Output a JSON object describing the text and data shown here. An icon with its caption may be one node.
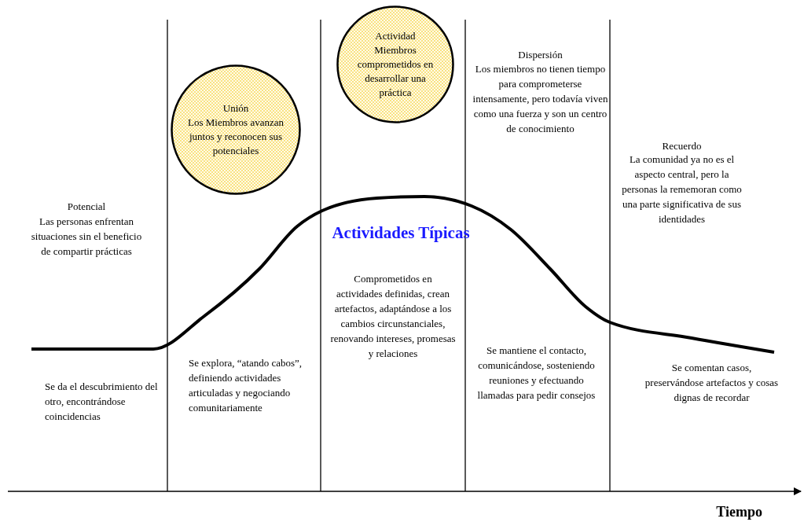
{
  "diagram": {
    "nodes": [
      {
        "text": [
          "Unión",
          "Los Miembros avanzan juntos y reconocen sus potenciales"
        ]
      },
      {
        "text": [
          "Actividad",
          "Miembros comprometidos en desarrollar una práctica"
        ]
      }
    ],
    "edges": [],
    "labels": [
      "Potencial",
      "Las personas enfrentan situaciones sin el beneficio de compartir prácticas",
      "Dispersión",
      "Los miembros no tienen tiempo para comprometerse intensamente, pero todavía viven como una fuerza y son un centro de conocimiento",
      "Recuerdo",
      "La comunidad ya no es el aspecto central, pero la personas la rememoran como una parte significativa de sus identidades",
      "Actividades Típicas",
      "Comprometidos en actividades definidas, crean artefactos, adaptándose a los cambios circunstanciales, renovando intereses, promesas y relaciones",
      "Se da el descubrimiento del otro, encontrándose coincidencias",
      "Se explora, “atando cabos”, definiendo actividades articuladas y negociando comunitariamente",
      "Se mantiene el contacto, comunicándose, sosteniendo reuniones y efectuando llamadas para pedir consejos",
      "Se comentan casos, preservándose artefactos y cosas dignas de recordar",
      "Tiempo"
    ]
  }
}
